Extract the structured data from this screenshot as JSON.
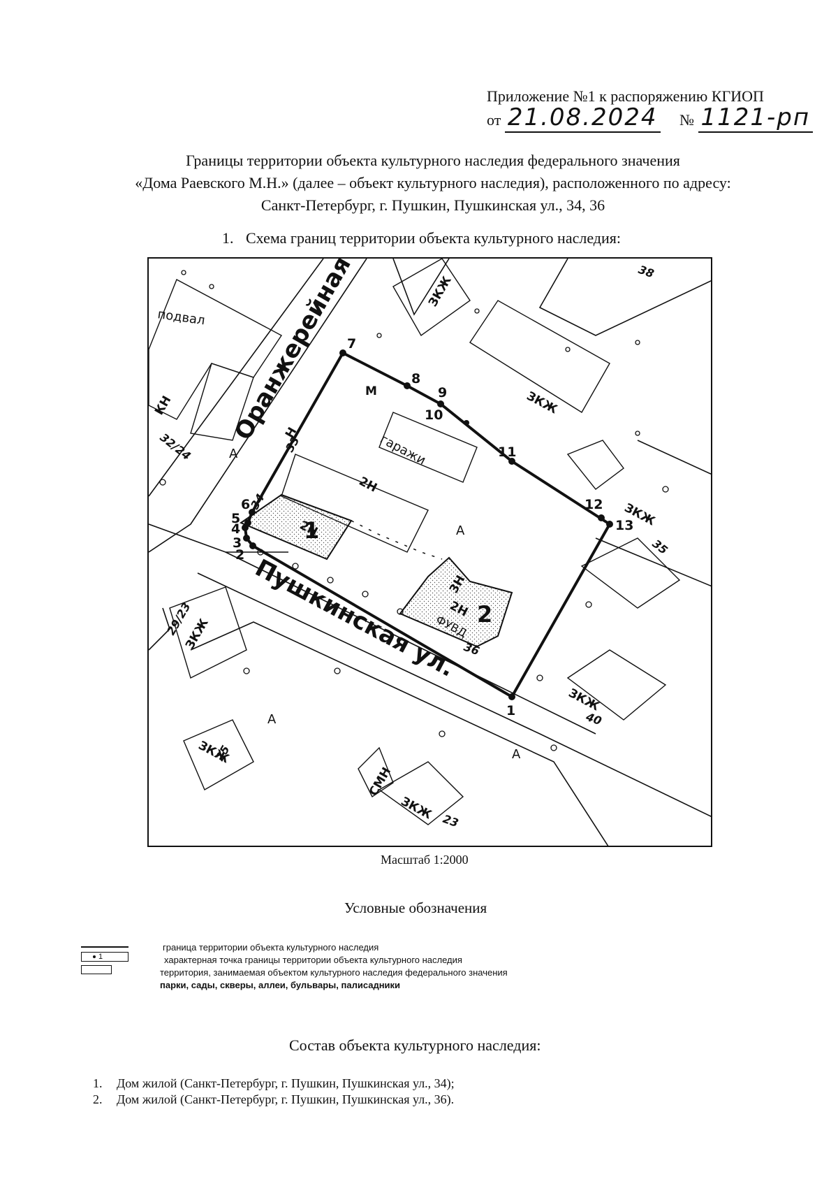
{
  "header": {
    "line1": "Приложение №1 к распоряжению КГИОП",
    "from_prefix": "от",
    "date_handwritten": "21.08.2024",
    "number_prefix": "№",
    "number_handwritten": "1121-рп"
  },
  "title": {
    "line1": "Границы территории объекта культурного наследия федерального значения",
    "line2": "«Дома Раевского М.Н.» (далее – объект культурного наследия), расположенного по адресу:",
    "line3": "Санкт-Петербург, г. Пушкин, Пушкинская ул., 34, 36"
  },
  "section1": {
    "number": "1.",
    "text": "Схема границ территории объекта культурного наследия:"
  },
  "map": {
    "streets": [
      "Оранжерейная ул.",
      "Пушкинская ул."
    ],
    "building_labels": [
      "ЗКЖ",
      "ЗКЖ",
      "ЗКЖ",
      "2Н",
      "2Н",
      "3Н",
      "2Н",
      "ЗКЖ",
      "ЗКЖ",
      "ЗКЖ",
      "СМН",
      "ЗКЖ",
      "КН",
      "Н",
      "М"
    ],
    "address_numbers": [
      "32/24",
      "33",
      "34",
      "35",
      "36",
      "29/23",
      "25",
      "23",
      "40",
      "38"
    ],
    "other_labels": [
      "гаражи",
      "подвал",
      "ФУВД",
      "А"
    ],
    "objects": [
      {
        "number": "1"
      },
      {
        "number": "2"
      }
    ],
    "boundary_points": [
      "1",
      "2",
      "3",
      "4",
      "5",
      "6",
      "7",
      "8",
      "9",
      "10",
      "11",
      "12",
      "13"
    ],
    "colors": {
      "ink": "#111111",
      "stipple": "#555555"
    }
  },
  "scale_text": "Масштаб 1:2000",
  "legend": {
    "title": "Условные обозначения",
    "point_marker_label": "1",
    "items": [
      {
        "text": "граница территории объекта культурного наследия"
      },
      {
        "text": "характерная точка границы территории объекта культурного наследия"
      },
      {
        "text": "территория, занимаемая объектом культурного наследия федерального значения"
      },
      {
        "text": "парки, сады, скверы, аллеи, бульвары, палисадники"
      }
    ]
  },
  "composition": {
    "title": "Состав объекта культурного наследия:",
    "items": [
      {
        "num": "1.",
        "text": "Дом жилой (Санкт-Петербург, г. Пушкин, Пушкинская ул., 34);"
      },
      {
        "num": "2.",
        "text": "Дом жилой (Санкт-Петербург, г. Пушкин, Пушкинская ул., 36)."
      }
    ]
  }
}
